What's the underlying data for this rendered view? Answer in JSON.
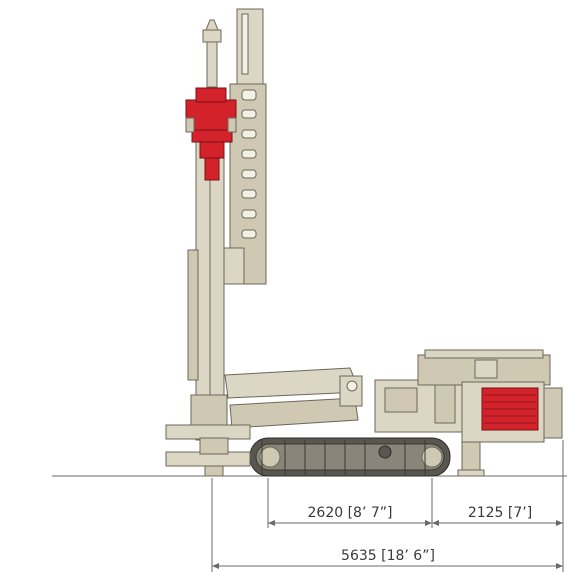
{
  "dimensions": {
    "track_length": "2620 [8’ 7”]",
    "rear_overhang": "2125 [7’]",
    "overall_length": "5635 [18’ 6”]"
  },
  "colors": {
    "body": "#dcd6c4",
    "accent_red": "#d4222a",
    "track": "#5a5650",
    "dimension_line": "#6a6a6a"
  }
}
